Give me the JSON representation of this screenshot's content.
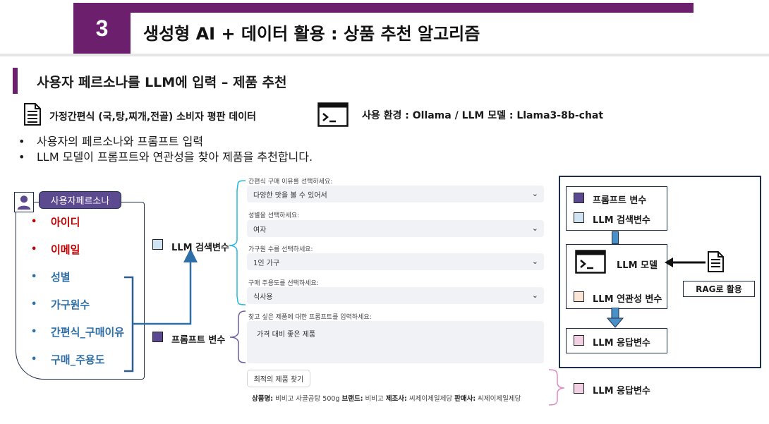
{
  "header": {
    "section_number": "3",
    "title": "생성형 AI + 데이터 활용 : 상품 추천 알고리즘"
  },
  "subheader": {
    "title": "사용자 페르소나를 LLM에 입력 – 제품 추천"
  },
  "info": {
    "data_label": "가정간편식 (국,탕,찌개,전골) 소비자 평판 데이터",
    "env_label": "사용 환경 : Ollama / LLM 모델 : Llama3-8b-chat",
    "data_icon": "document-icon",
    "env_icon": "terminal-icon"
  },
  "bullets": [
    "사용자의 페르소나와 프롬프트 입력",
    "LLM 모델이 프롬프트와 연관성을 찾아 제품을 추천합니다."
  ],
  "persona": {
    "title": "사용자페르소나",
    "icon": "user-icon",
    "items": [
      {
        "label": "아이디",
        "color": "#c00000"
      },
      {
        "label": "이메일",
        "color": "#c00000"
      },
      {
        "label": "성별",
        "color": "#2e6fa8"
      },
      {
        "label": "가구원수",
        "color": "#2e6fa8"
      },
      {
        "label": "간편식_구매이유",
        "color": "#2e6fa8"
      },
      {
        "label": "구매_주용도",
        "color": "#2e6fa8"
      }
    ]
  },
  "legend": {
    "search_var": {
      "label": "LLM 검색변수",
      "color": "#cfe3f3"
    },
    "prompt_var": {
      "label": "프롬프트 변수",
      "color": "#5b4a8f"
    },
    "response_var": {
      "label": "LLM 응답변수",
      "color": "#f2cfe3"
    }
  },
  "form": {
    "fields": [
      {
        "label": "간편식 구매 이유를 선택하세요:",
        "value": "다양한 맛을 볼 수 있어서"
      },
      {
        "label": "성별을 선택하세요:",
        "value": "여자"
      },
      {
        "label": "가구원 수를 선택하세요:",
        "value": "1인 가구"
      },
      {
        "label": "구매 주용도를 선택하세요:",
        "value": "식사용"
      }
    ],
    "prompt_label": "찾고 싶은 제품에 대한 프롬프트를 입력하세요:",
    "prompt_value": "가격 대비 좋은 제품",
    "button_label": "최적의 제품 찾기",
    "result": {
      "name_key": "상품명:",
      "name_value": "비비고 사골곰탕 500g",
      "brand_key": "브랜드:",
      "brand_value": "비비고",
      "maker_key": "제조사:",
      "maker_value": "씨제이제일제당",
      "seller_key": "판매사:",
      "seller_value": "씨제이제일제당"
    }
  },
  "diagram": {
    "prompt_var": {
      "label": "프롬프트 변수",
      "color": "#5b4a8f"
    },
    "search_var": {
      "label": "LLM 검색변수",
      "color": "#cfe3f3"
    },
    "model_label": "LLM 모델",
    "relevance_var": {
      "label": "LLM 연관성 변수",
      "color": "#fbe5d6"
    },
    "response_var": {
      "label": "LLM 응답변수",
      "color": "#f2cfe3"
    },
    "rag_label": "RAG로 활용",
    "connector_color": "#4a90c8"
  }
}
